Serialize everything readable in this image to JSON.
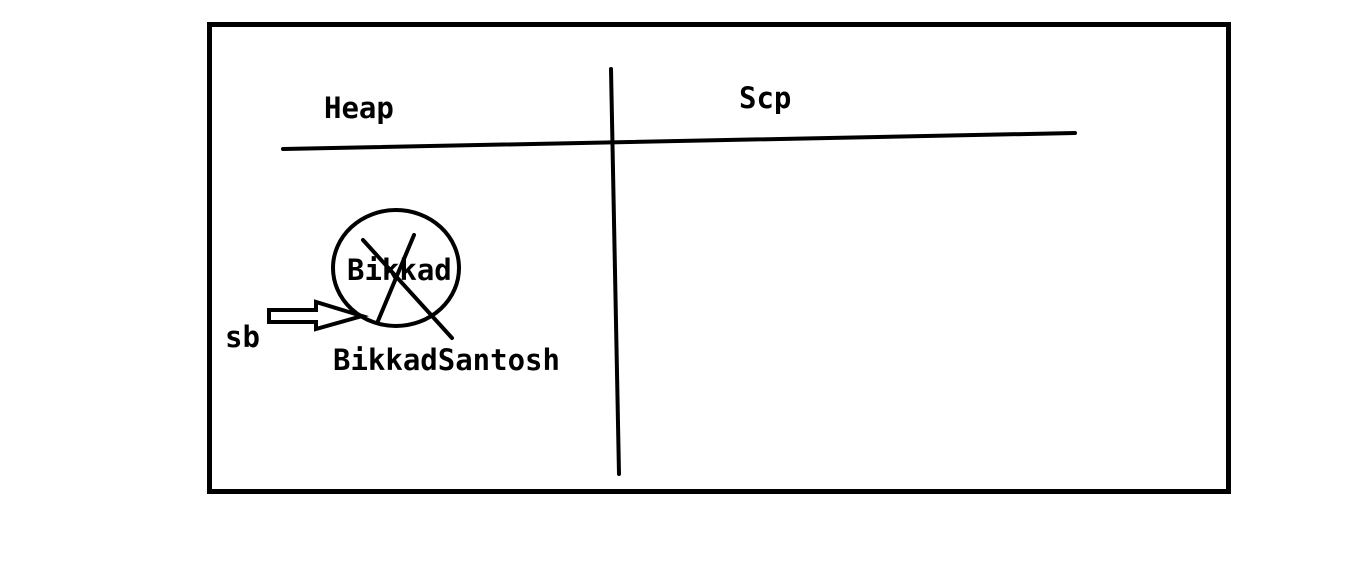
{
  "labels": {
    "heap": "Heap",
    "scp": "Scp",
    "old_object": "Bikkad",
    "new_object": "BikkadSantosh",
    "reference": "sb"
  },
  "colors": {
    "ink": "#000000",
    "background": "#ffffff"
  }
}
